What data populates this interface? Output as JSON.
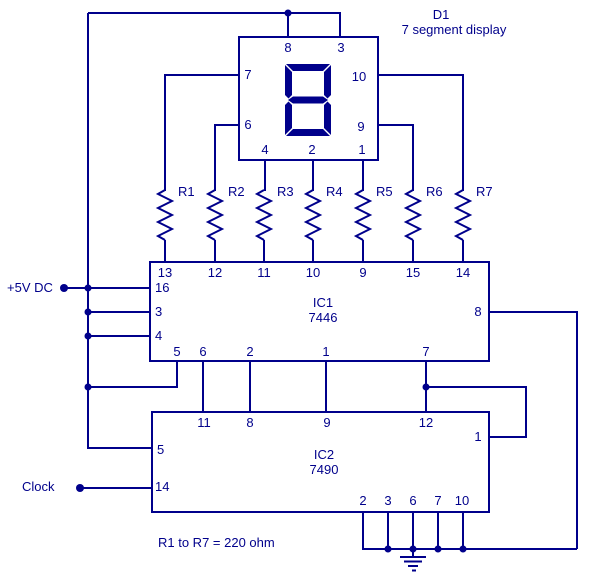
{
  "colors": {
    "ink": "#00008B",
    "background": "#FFFFFF"
  },
  "display": {
    "ref": "D1",
    "caption": "7 segment display",
    "pin_top": [
      "8",
      "3"
    ],
    "pin_left": [
      "7",
      "6"
    ],
    "pin_right": [
      "10",
      "9"
    ],
    "pin_bottom": [
      "4",
      "2",
      "1"
    ]
  },
  "resistors": {
    "labels": [
      "R1",
      "R2",
      "R3",
      "R4",
      "R5",
      "R6",
      "R7"
    ],
    "note": "R1 to R7 = 220 ohm"
  },
  "ic1": {
    "ref": "IC1",
    "part": "7446",
    "pins_top": [
      "13",
      "12",
      "11",
      "10",
      "9",
      "15",
      "14"
    ],
    "pins_left": [
      "16",
      "3",
      "4"
    ],
    "pins_right": [
      "8"
    ],
    "pins_bottom": [
      "5",
      "6",
      "2",
      "1",
      "7"
    ]
  },
  "ic2": {
    "ref": "IC2",
    "part": "7490",
    "pins_top": [
      "11",
      "8",
      "9",
      "12"
    ],
    "pins_left": [
      "5",
      "14"
    ],
    "pins_right": [
      "1"
    ],
    "pins_bottom": [
      "2",
      "3",
      "6",
      "7",
      "10"
    ]
  },
  "inputs": {
    "supply": "+5V DC",
    "clock": "Clock"
  }
}
